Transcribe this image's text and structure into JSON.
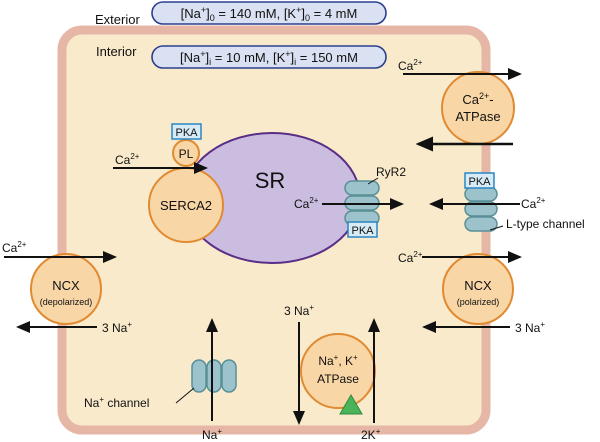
{
  "labels": {
    "exterior": "Exterior",
    "interior": "Interior",
    "sr": "SR",
    "serca2": "SERCA2",
    "pl": "PL",
    "ryr2": "RyR2",
    "l_type_channel": "L-type channel",
    "na_channel": "Na",
    "channel_word": "channel",
    "pka": "PKA",
    "ncx": "NCX",
    "depolarized": "(depolarized)",
    "polarized": "(polarized)",
    "ca_atpase_top": "Ca",
    "ca_atpase_bottom": "ATPase",
    "nak_top_na": "Na",
    "nak_top_k": ", K",
    "nak_bottom": "ATPase"
  },
  "concentrations": {
    "exterior": {
      "na": "140 mM",
      "k": "4 mM",
      "sub": "0"
    },
    "interior": {
      "na": "10 mM",
      "k": "150 mM",
      "sub": "i"
    }
  },
  "ions": {
    "ca": "Ca",
    "ca_charge": "2+",
    "na": "Na",
    "na_charge": "+",
    "three_na": "3 Na",
    "k_flux": "2K",
    "plus": "+",
    "dash": "-"
  },
  "colors": {
    "cell_fill": "#f8eacb",
    "cell_stroke": "#e6b7a6",
    "sr_fill": "#cbbde0",
    "sr_stroke": "#5a2d86",
    "orange_fill": "#f9d6a6",
    "orange_stroke": "#e08a32",
    "pill_fill": "#d9e1f2",
    "pill_stroke": "#2b3f8f",
    "pka_fill": "#d6ebf6",
    "pka_stroke": "#2a86c4",
    "channel_fill": "#9cc3cb",
    "channel_stroke": "#5a8f98",
    "triangle_fill": "#4bb35a"
  }
}
